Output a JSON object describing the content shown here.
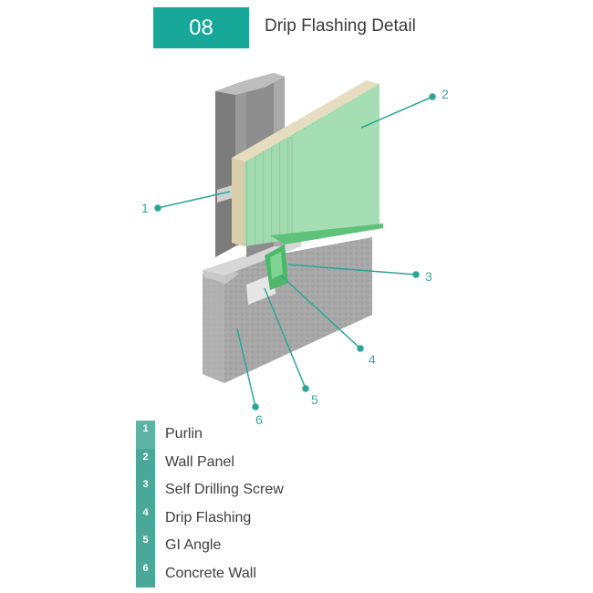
{
  "header": {
    "number": "08",
    "title": "Drip Flashing Detail"
  },
  "colors": {
    "accent": "#18a899",
    "panel": "#a6dcb2",
    "concrete": "#a5a5a5",
    "steel": "#8a8a8a"
  },
  "callouts": [
    "1",
    "2",
    "3",
    "4",
    "5",
    "6"
  ],
  "legend": [
    {
      "num": "1",
      "label": "Purlin"
    },
    {
      "num": "2",
      "label": "Wall Panel"
    },
    {
      "num": "3",
      "label": "Self Drilling Screw"
    },
    {
      "num": "4",
      "label": "Drip Flashing"
    },
    {
      "num": "5",
      "label": "GI Angle"
    },
    {
      "num": "6",
      "label": "Concrete Wall"
    }
  ]
}
